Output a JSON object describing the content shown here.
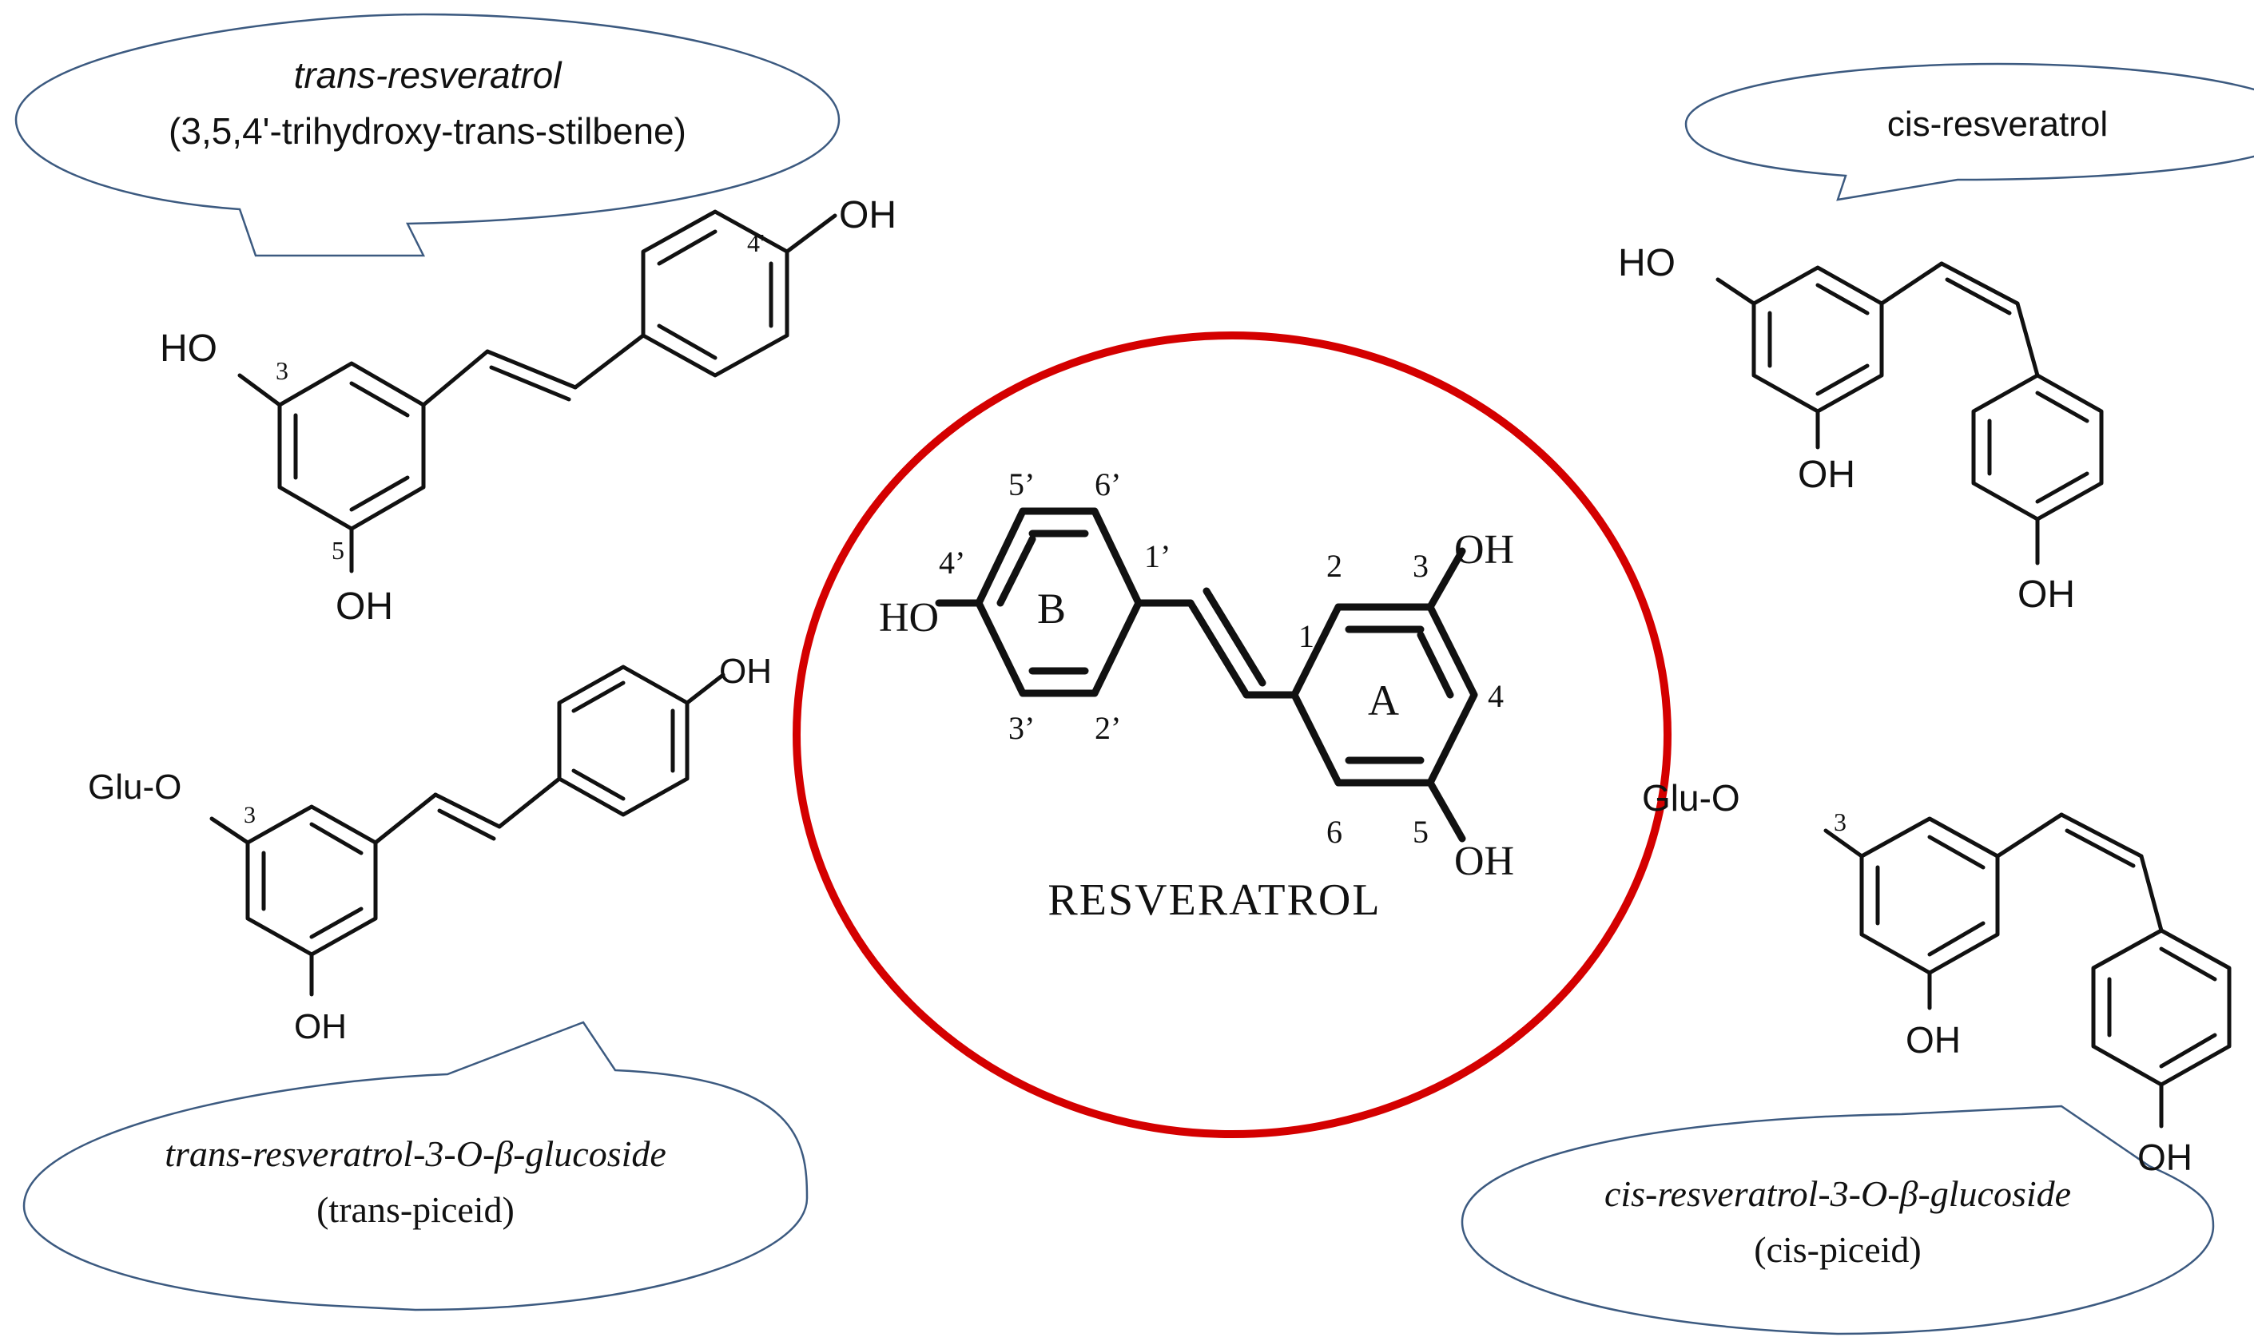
{
  "bubbles": {
    "trans_resveratrol": {
      "line1": "trans-resveratrol",
      "line2": "(3,5,4'-trihydroxy-trans-stilbene)"
    },
    "cis_resveratrol": {
      "line1": "cis-resveratrol"
    },
    "trans_piceid": {
      "line1": "trans-resveratrol-3-O-β-glucoside",
      "line2": "(trans-piceid)"
    },
    "cis_piceid": {
      "line1": "cis-resveratrol-3-O-β-glucoside",
      "line2": "(cis-piceid)"
    }
  },
  "center": {
    "name": "RESVERATROL",
    "ring_a": "A",
    "ring_b": "B",
    "ho": "HO",
    "oh_top": "OH",
    "oh_bottom": "OH",
    "positions": {
      "p1": "1",
      "p2": "2",
      "p3": "3",
      "p4": "4",
      "p5": "5",
      "p6": "6",
      "p1p": "1’",
      "p2p": "2’",
      "p3p": "3’",
      "p4p": "4’",
      "p5p": "5’",
      "p6p": "6’"
    },
    "outline_color": "#d40000"
  },
  "trans_resveratrol_structure": {
    "oh_top": "OH",
    "ho": "HO",
    "oh_bottom": "OH",
    "pos3": "3",
    "pos5": "5",
    "pos4p": "4'"
  },
  "trans_piceid_structure": {
    "oh_top": "OH",
    "glu": "Glu-O",
    "oh_bottom": "OH",
    "pos3": "3"
  },
  "cis_resveratrol_structure": {
    "ho": "HO",
    "oh_left": "OH",
    "oh_bottom": "OH"
  },
  "cis_piceid_structure": {
    "glu": "Glu-O",
    "pos3": "3",
    "oh_left": "OH",
    "oh_bottom": "OH"
  },
  "colors": {
    "bubble_stroke": "#3c5a80",
    "ring": "#d40000",
    "ink": "#111111"
  }
}
